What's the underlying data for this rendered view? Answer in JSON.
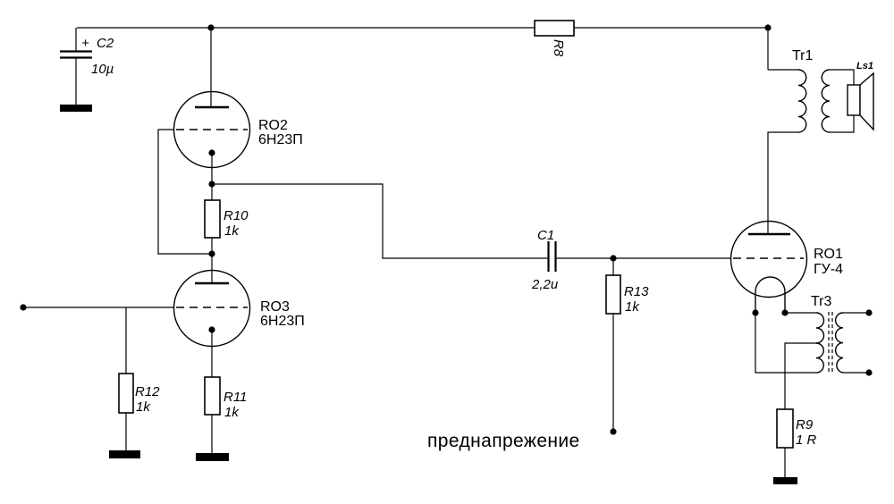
{
  "diagram": {
    "kind": "tube-amplifier-schematic",
    "ink": "#000000",
    "background": "#ffffff"
  },
  "annotations": {
    "bias_supply": "преднапрежение"
  },
  "components": {
    "C2": {
      "polarity": "+",
      "name": "C2",
      "value": "10µ"
    },
    "R8": {
      "name": "R8"
    },
    "RO2": {
      "name": "RO2",
      "value": "6Н23П"
    },
    "R10": {
      "name": "R10",
      "value": "1k"
    },
    "RO3": {
      "name": "RO3",
      "value": "6Н23П"
    },
    "R12": {
      "name": "R12",
      "value": "1k"
    },
    "R11": {
      "name": "R11",
      "value": "1k"
    },
    "C1": {
      "name": "C1",
      "value": "2,2u"
    },
    "R13": {
      "name": "R13",
      "value": "1k"
    },
    "RO1": {
      "name": "RO1",
      "value": "ГУ-4"
    },
    "Tr1": {
      "name": "Tr1"
    },
    "Ls1": {
      "name": "Ls1"
    },
    "Tr3": {
      "name": "Tr3"
    },
    "R9": {
      "name": "R9",
      "value": "1 R"
    }
  }
}
